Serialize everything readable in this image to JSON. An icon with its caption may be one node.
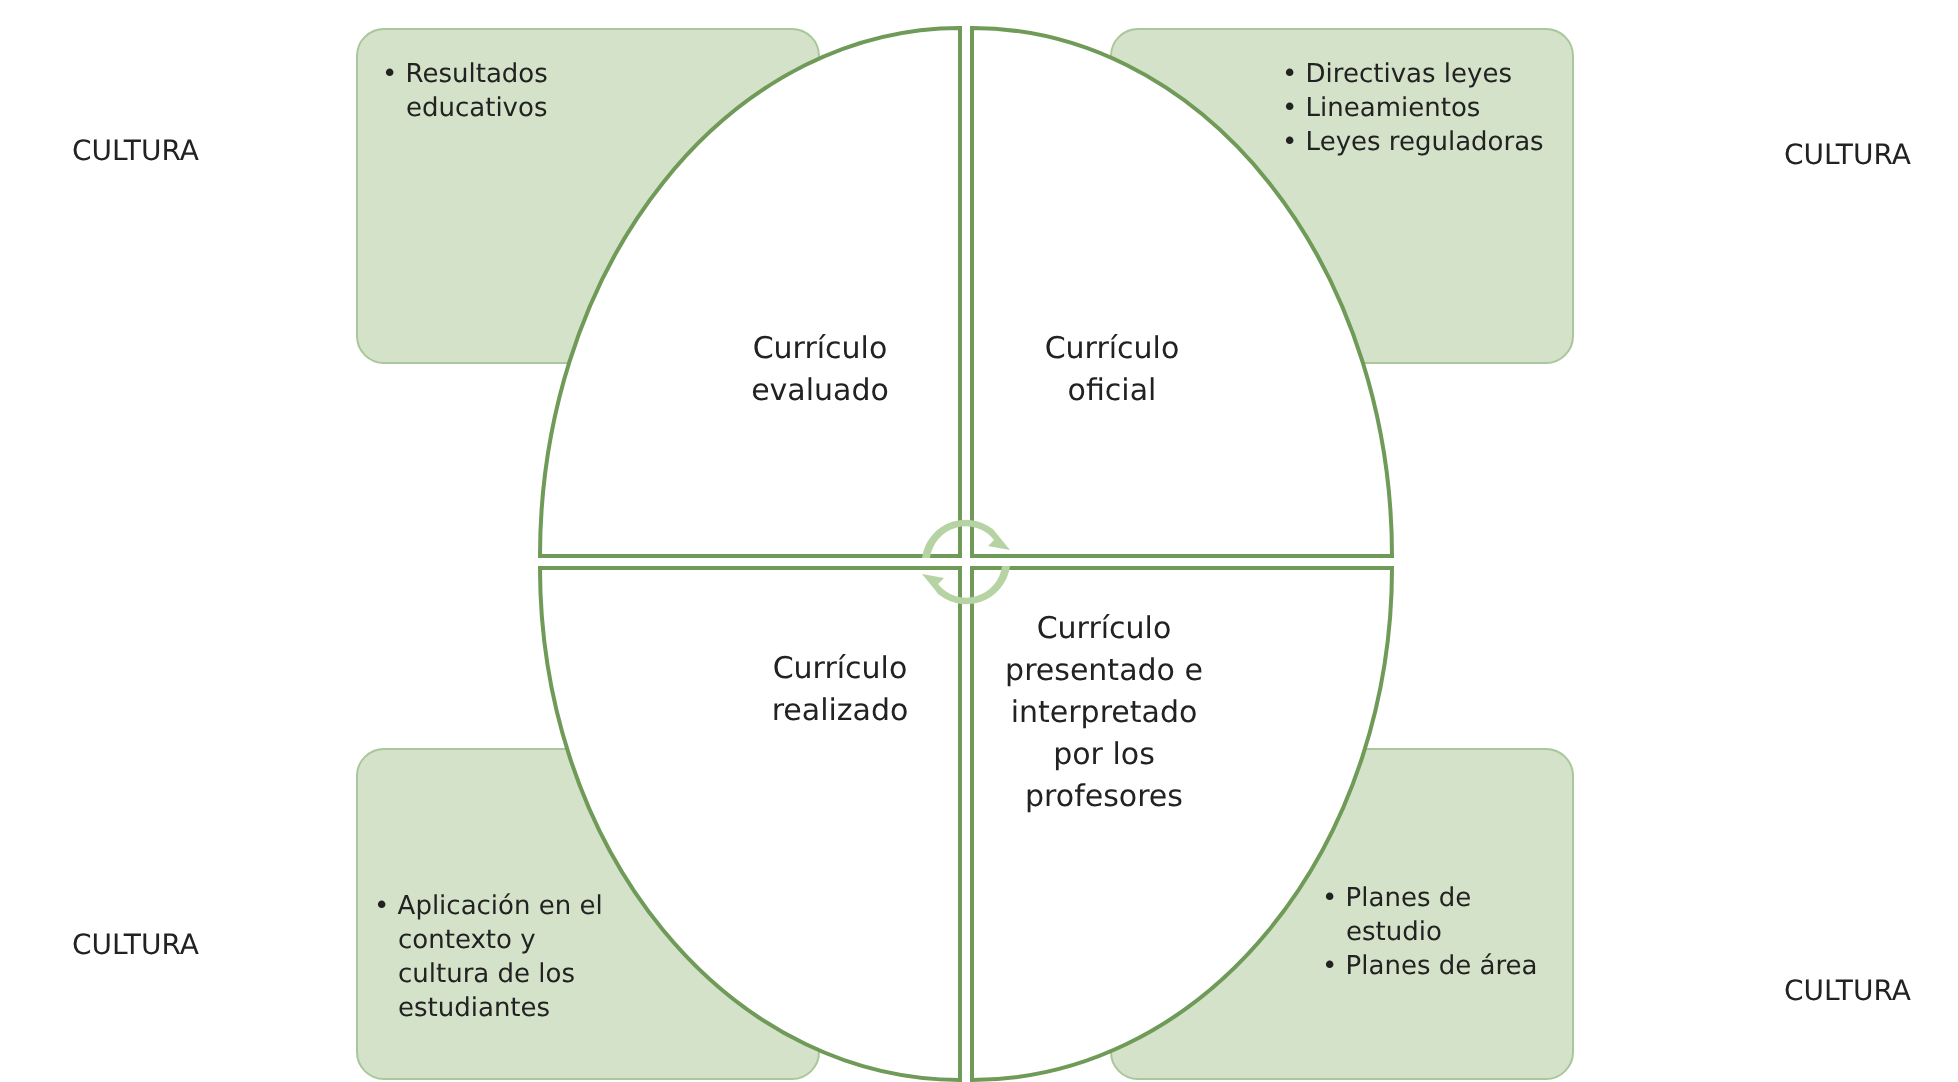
{
  "diagram": {
    "nodes": [
      {
        "text": [
          "• Resultados educativos"
        ]
      },
      {
        "text": [
          "• Directivas leyes",
          "• Lineamientos",
          "• Leyes reguladoras"
        ]
      },
      {
        "text": [
          "Currículo evaluado"
        ]
      },
      {
        "text": [
          "Currículo oficial"
        ]
      },
      {
        "text": [
          "Currículo realizado"
        ]
      },
      {
        "text": [
          "Currículo presentado e interpretado por los profesores"
        ]
      },
      {
        "text": [
          "• Aplicación en el contexto y cultura de los estudiantes"
        ]
      },
      {
        "text": [
          "• Planes de estudio",
          "• Planes de área"
        ]
      }
    ],
    "edges": [],
    "labels": [
      "CULTURA",
      "CULTURA",
      "CULTURA",
      "CULTURA"
    ]
  }
}
